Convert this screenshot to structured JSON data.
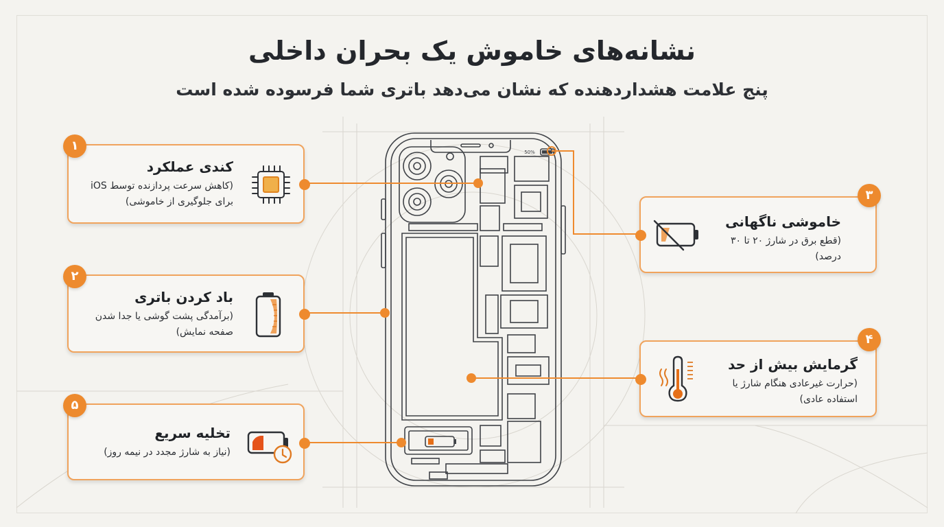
{
  "title": "نشانه‌های خاموش یک بحران داخلی",
  "subtitle": "پنج علامت هشداردهنده که نشان می‌دهد باتری شما فرسوده شده است",
  "phone": {
    "battery_percent_label": "50%"
  },
  "colors": {
    "accent": "#ee8a2e",
    "card_border": "#f0a35c",
    "text": "#24272c",
    "line": "#4a4d52"
  },
  "cards": [
    {
      "number": "۱",
      "title": "کندی عملکرد",
      "desc": "(کاهش سرعت پردازنده توسط iOS برای جلوگیری از خاموشی)",
      "icon": "processor-chip-icon"
    },
    {
      "number": "۲",
      "title": "باد کردن باتری",
      "desc": "(برآمدگی پشت گوشی یا جدا شدن صفحه نمایش)",
      "icon": "swollen-battery-icon"
    },
    {
      "number": "۳",
      "title": "خاموشی ناگهانی",
      "desc": "(قطع برق در شارژ ۲۰ تا ۳۰ درصد)",
      "icon": "battery-off-icon"
    },
    {
      "number": "۴",
      "title": "گرمایش بیش از حد",
      "desc": "(حرارت غیرعادی هنگام شارژ یا استفاده عادی)",
      "icon": "thermometer-heat-icon"
    },
    {
      "number": "۵",
      "title": "تخلیه سریع",
      "desc": "(نیاز به شارژ مجدد در نیمه روز)",
      "icon": "battery-drain-clock-icon"
    }
  ]
}
